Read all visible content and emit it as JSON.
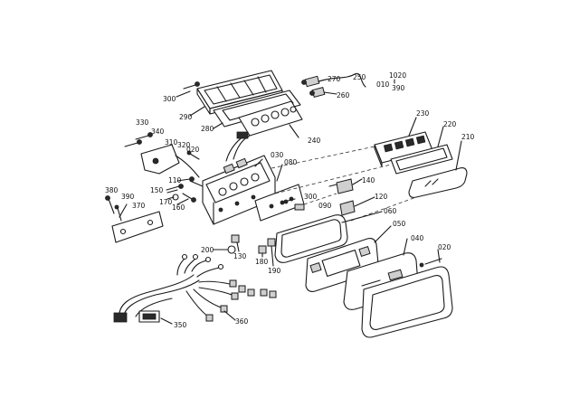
{
  "labels": {
    "p300a": "300",
    "p290": "290",
    "p280": "280",
    "p270": "270",
    "p260": "260",
    "p250": "250",
    "p240": "240",
    "p230": "230",
    "p220": "220",
    "p210": "210",
    "p330": "330",
    "p340": "340",
    "p310": "310",
    "p320": "320",
    "p020a": "020",
    "p030": "030",
    "p080": "080",
    "p110": "110",
    "p150": "150",
    "p170": "170",
    "p160": "160",
    "p380": "380",
    "p390": "390",
    "p370": "370",
    "p300b": "300",
    "p090": "090",
    "p140": "140",
    "p120": "120",
    "p060": "060",
    "p050": "050",
    "p040": "040",
    "p020b": "020",
    "p200": "200",
    "p130": "130",
    "p180": "180",
    "p190": "190",
    "p350": "350",
    "p360": "360"
  },
  "legend": {
    "line1": "1020",
    "line2": "010",
    "line3": "390"
  }
}
